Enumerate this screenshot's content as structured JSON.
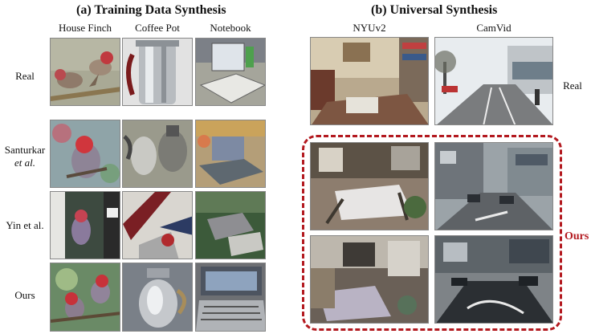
{
  "left_panel": {
    "title": "(a) Training Data Synthesis",
    "columns": [
      "House Finch",
      "Coffee Pot",
      "Notebook"
    ],
    "rows": {
      "real": "Real",
      "santurkar_name": "Santurkar",
      "santurkar_suffix": "et al.",
      "yin": "Yin et al.",
      "ours": "Ours"
    }
  },
  "right_panel": {
    "title": "(b) Universal Synthesis",
    "columns": [
      "NYUv2",
      "CamVid"
    ],
    "real_label": "Real",
    "ours_label": "Ours"
  },
  "colors": {
    "accent_red": "#b3191f"
  }
}
